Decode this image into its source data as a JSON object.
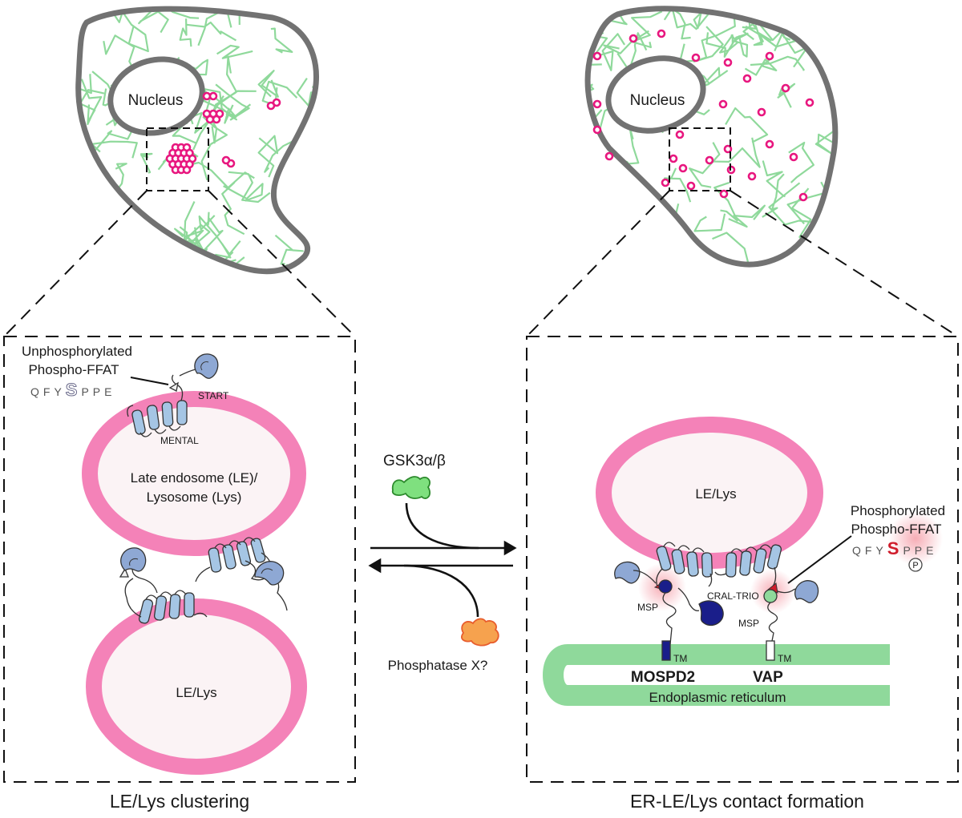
{
  "colors": {
    "membrane": "#f482b8",
    "lumen": "#fbf3f5",
    "er": "#8fd99b",
    "cytoskeleton": "#8fd99b",
    "cell_outline": "#727272",
    "vesicle": "#e8177f",
    "helix": "#a5c5e4",
    "start_domain": "#8ea8d4",
    "kinase": "#7fe07f",
    "phosphatase": "#f6a24e",
    "phospho_serine": "#d01c2b",
    "mospd2": "#1a1e8a"
  },
  "icons": [
    "nucleus-icon",
    "kinase-icon",
    "phosphatase-icon",
    "phosphate-icon",
    "reaction-arrows-icon"
  ],
  "cells": {
    "left_nucleus": "Nucleus",
    "right_nucleus": "Nucleus"
  },
  "left_panel": {
    "unphos_line1": "Unphosphorylated",
    "unphos_line2": "Phospho-FFAT",
    "seq_prefix": "QFY",
    "seq_site": "S",
    "seq_suffix": "PPE",
    "start_label": "START",
    "mental_label": "MENTAL",
    "organelle_top_line1": "Late endosome (LE)/",
    "organelle_top_line2": "Lysosome (Lys)",
    "organelle_bottom": "LE/Lys",
    "caption": "LE/Lys clustering"
  },
  "middle": {
    "kinase": "GSK3α/β",
    "phosphatase": "Phosphatase X?"
  },
  "right_panel": {
    "organelle": "LE/Lys",
    "phos_line1": "Phosphorylated",
    "phos_line2": "Phospho-FFAT",
    "seq_prefix": "QFY",
    "seq_site": "S",
    "seq_suffix": "PPE",
    "phosphate": "P",
    "cral_trio": "CRAL-TRIO",
    "msp_left": "MSP",
    "msp_right": "MSP",
    "tm_left": "TM",
    "tm_right": "TM",
    "mospd2": "MOSPD2",
    "vap": "VAP",
    "er": "Endoplasmic reticulum",
    "caption": "ER-LE/Lys contact formation"
  }
}
